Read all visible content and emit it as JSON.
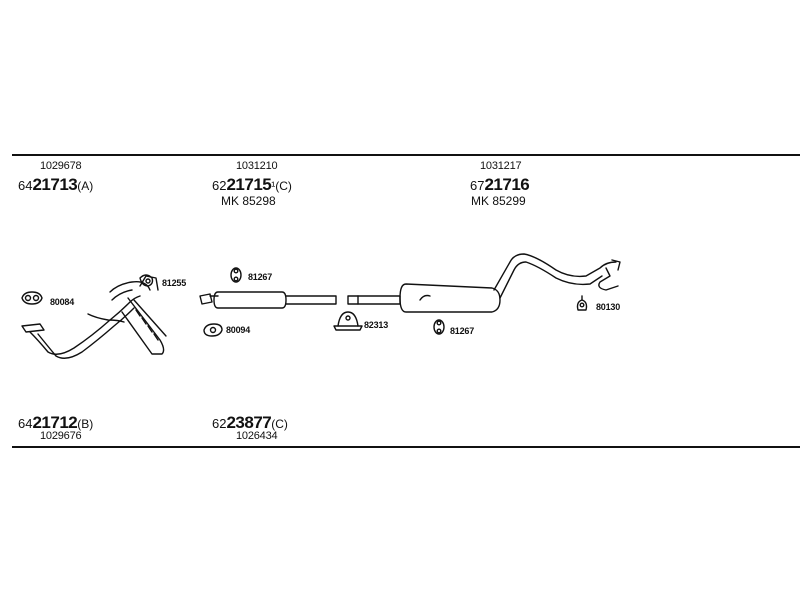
{
  "header_parts": [
    {
      "ref": "1029678",
      "prefix": "64",
      "main": "21713",
      "suffix": "(A)",
      "mk": ""
    },
    {
      "ref": "1031210",
      "prefix": "62",
      "main": "21715",
      "suffix": "¹(C)",
      "mk": "MK 85298"
    },
    {
      "ref": "1031217",
      "prefix": "67",
      "main": "21716",
      "suffix": "",
      "mk": "MK 85299"
    }
  ],
  "footer_parts": [
    {
      "ref": "1029676",
      "prefix": "64",
      "main": "21712",
      "suffix": "(B)"
    },
    {
      "ref": "1026434",
      "prefix": "62",
      "main": "23877",
      "suffix": "(C)"
    }
  ],
  "callouts": {
    "c80084": "80084",
    "c81255": "81255",
    "c81267a": "81267",
    "c80094": "80094",
    "c82313": "82313",
    "c81267b": "81267",
    "c80130": "80130"
  }
}
